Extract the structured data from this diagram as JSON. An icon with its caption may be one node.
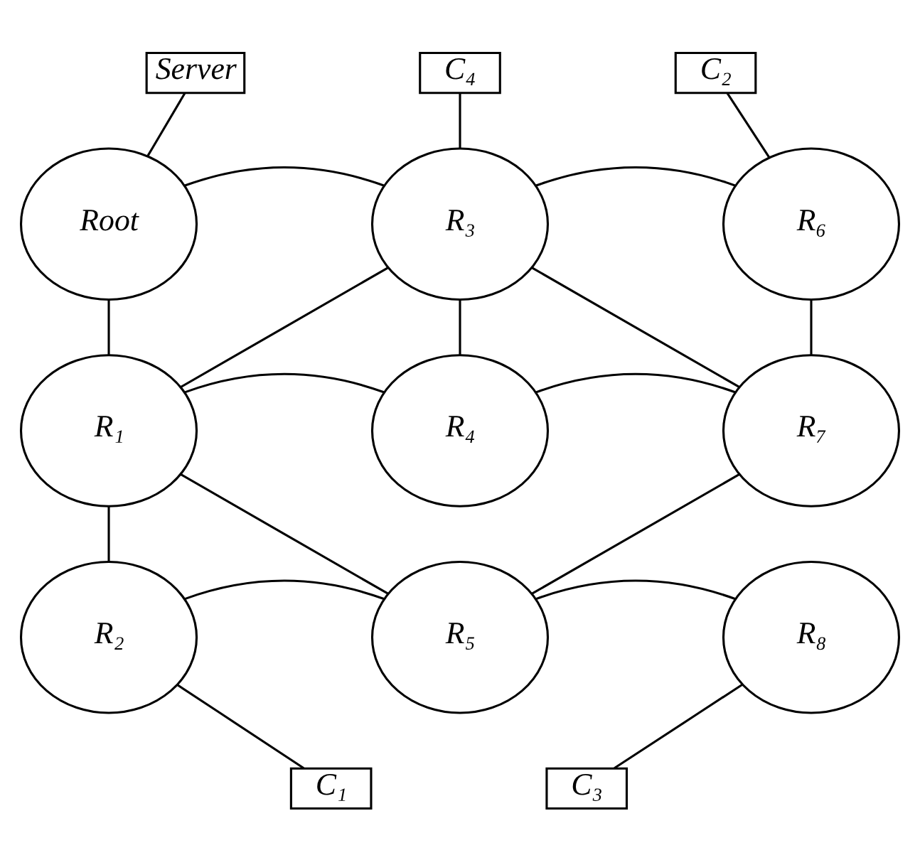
{
  "diagram": {
    "nodes": [
      {
        "text": [
          "Server"
        ]
      },
      {
        "text": [
          "C₄"
        ]
      },
      {
        "text": [
          "C₂"
        ]
      },
      {
        "text": [
          "Root"
        ]
      },
      {
        "text": [
          "R₃"
        ]
      },
      {
        "text": [
          "R₆"
        ]
      },
      {
        "text": [
          "R₁"
        ]
      },
      {
        "text": [
          "R₄"
        ]
      },
      {
        "text": [
          "R₇"
        ]
      },
      {
        "text": [
          "R₂"
        ]
      },
      {
        "text": [
          "R₅"
        ]
      },
      {
        "text": [
          "R₈"
        ]
      },
      {
        "text": [
          "C₁"
        ]
      },
      {
        "text": [
          "C₃"
        ]
      }
    ],
    "edges": [
      {
        "from": 0,
        "to": 3,
        "arrow": "none"
      },
      {
        "from": 1,
        "to": 4,
        "arrow": "none"
      },
      {
        "from": 2,
        "to": 5,
        "arrow": "none"
      },
      {
        "from": 3,
        "to": 4,
        "arrow": "none"
      },
      {
        "from": 4,
        "to": 5,
        "arrow": "none"
      },
      {
        "from": 3,
        "to": 6,
        "arrow": "none"
      },
      {
        "from": 4,
        "to": 6,
        "arrow": "none"
      },
      {
        "from": 4,
        "to": 7,
        "arrow": "none"
      },
      {
        "from": 4,
        "to": 8,
        "arrow": "none"
      },
      {
        "from": 5,
        "to": 8,
        "arrow": "none"
      },
      {
        "from": 6,
        "to": 7,
        "arrow": "none"
      },
      {
        "from": 7,
        "to": 8,
        "arrow": "none"
      },
      {
        "from": 6,
        "to": 9,
        "arrow": "none"
      },
      {
        "from": 6,
        "to": 10,
        "arrow": "none"
      },
      {
        "from": 8,
        "to": 10,
        "arrow": "none"
      },
      {
        "from": 9,
        "to": 10,
        "arrow": "none"
      },
      {
        "from": 10,
        "to": 11,
        "arrow": "none"
      },
      {
        "from": 9,
        "to": 12,
        "arrow": "none"
      },
      {
        "from": 11,
        "to": 13,
        "arrow": "none"
      }
    ]
  }
}
